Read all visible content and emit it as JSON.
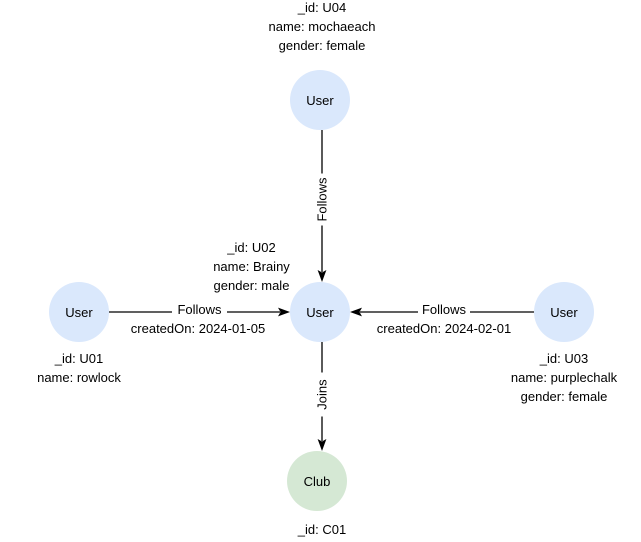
{
  "diagram": {
    "type": "graph",
    "colors": {
      "user_node_fill": "#dae8fc",
      "club_node_fill": "#d5e8d4",
      "edge_color": "#000000",
      "label_background": "#ffffff",
      "text_color": "#000000"
    },
    "nodes": {
      "u04": {
        "label": "User",
        "properties": [
          "_id: U04",
          "name: mochaeach",
          "gender: female"
        ]
      },
      "u02": {
        "label": "User",
        "properties": [
          "_id: U02",
          "name: Brainy",
          "gender: male"
        ]
      },
      "u01": {
        "label": "User",
        "properties": [
          "_id: U01",
          "name: rowlock"
        ]
      },
      "u03": {
        "label": "User",
        "properties": [
          "_id: U03",
          "name: purplechalk",
          "gender: female"
        ]
      },
      "c01": {
        "label": "Club",
        "properties": [
          "_id: C01"
        ]
      }
    },
    "edges": {
      "u04_follows_u02": {
        "label": "Follows"
      },
      "u01_follows_u02": {
        "label": "Follows",
        "createdOn": "createdOn: 2024-01-05"
      },
      "u03_follows_u02": {
        "label": "Follows",
        "createdOn": "createdOn: 2024-02-01"
      },
      "u02_joins_c01": {
        "label": "Joins"
      }
    }
  }
}
